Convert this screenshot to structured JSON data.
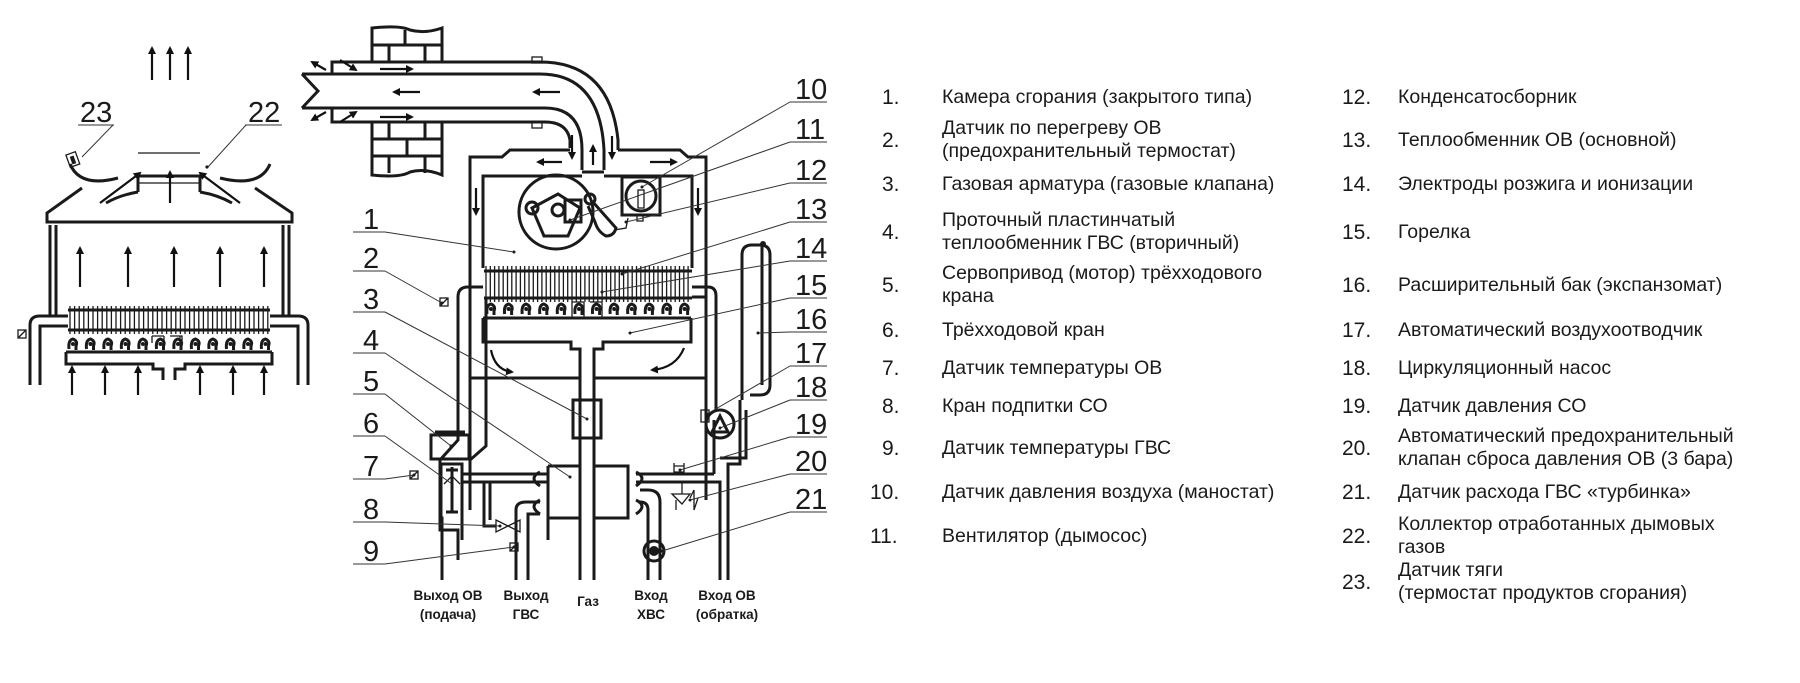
{
  "title": "Схема газового котла",
  "callout_numbers": [
    "1",
    "2",
    "3",
    "4",
    "5",
    "6",
    "7",
    "8",
    "9",
    "10",
    "11",
    "12",
    "13",
    "14",
    "15",
    "16",
    "17",
    "18",
    "19",
    "20",
    "21",
    "22",
    "23"
  ],
  "ports": {
    "heating_out_line1": "Выход ОВ",
    "heating_out_line2": "(подача)",
    "dhw_out_line1": "Выход",
    "dhw_out_line2": "ГВС",
    "gas": "Газ",
    "cold_in_line1": "Вход",
    "cold_in_line2": "ХВС",
    "heating_in_line1": "Вход ОВ",
    "heating_in_line2": "(обратка)"
  },
  "legend": [
    {
      "num": "1.",
      "lines": [
        "Камера сгорания (закрытого типа)"
      ]
    },
    {
      "num": "2.",
      "lines": [
        "Датчик по перегреву ОВ",
        "(предохранительный термостат)"
      ]
    },
    {
      "num": "3.",
      "lines": [
        "Газовая арматура (газовые клапана)"
      ]
    },
    {
      "num": "4.",
      "lines": [
        "Проточный пластинчатый",
        "теплообменник ГВС (вторичный)"
      ]
    },
    {
      "num": "5.",
      "lines": [
        "Сервопривод (мотор) трёхходового",
        "крана"
      ]
    },
    {
      "num": "6.",
      "lines": [
        "Трёхходовой кран"
      ]
    },
    {
      "num": "7.",
      "lines": [
        "Датчик температуры ОВ"
      ]
    },
    {
      "num": "8.",
      "lines": [
        "Кран подпитки СО"
      ]
    },
    {
      "num": "9.",
      "lines": [
        "Датчик температуры ГВС"
      ]
    },
    {
      "num": "10.",
      "lines": [
        "Датчик давления воздуха (маностат)"
      ]
    },
    {
      "num": "11.",
      "lines": [
        "Вентилятор (дымосос)"
      ]
    },
    {
      "num": "12.",
      "lines": [
        "Конденсатосборник"
      ]
    },
    {
      "num": "13.",
      "lines": [
        "Теплообменник ОВ (основной)"
      ]
    },
    {
      "num": "14.",
      "lines": [
        "Электроды розжига и ионизации"
      ]
    },
    {
      "num": "15.",
      "lines": [
        "Горелка"
      ]
    },
    {
      "num": "16.",
      "lines": [
        "Расширительный бак (экспанзомат)"
      ]
    },
    {
      "num": "17.",
      "lines": [
        "Автоматический воздухоотводчик"
      ]
    },
    {
      "num": "18.",
      "lines": [
        "Циркуляционный насос"
      ]
    },
    {
      "num": "19.",
      "lines": [
        "Датчик давления СО"
      ]
    },
    {
      "num": "20.",
      "lines": [
        "Автоматический предохранительный",
        "клапан сброса давления ОВ (3 бара)"
      ]
    },
    {
      "num": "21.",
      "lines": [
        "Датчик расхода ГВС «турбинка»"
      ]
    },
    {
      "num": "22.",
      "lines": [
        "Коллектор отработанных дымовых",
        "газов"
      ]
    },
    {
      "num": "23.",
      "lines": [
        "Датчик тяги",
        "(термостат продуктов сгорания)"
      ]
    }
  ]
}
